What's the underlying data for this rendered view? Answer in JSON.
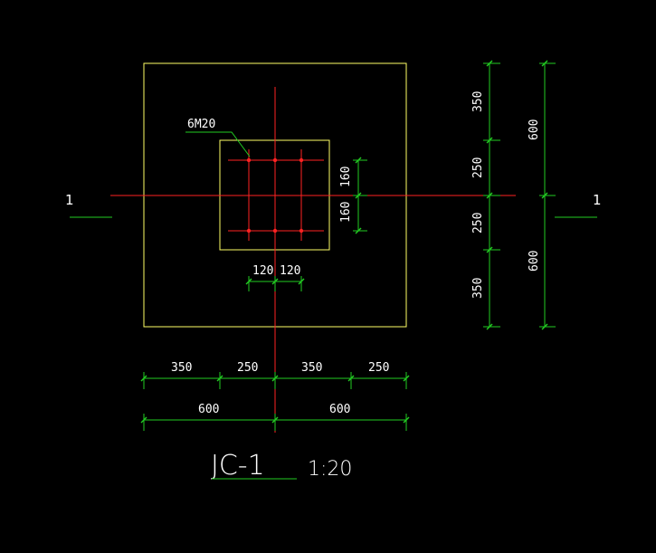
{
  "colors": {
    "background": "#000000",
    "outline": "#ffff66",
    "axis": "#ff2222",
    "dimension": "#22cc22",
    "text": "#ffffff",
    "leader": "#22cc22"
  },
  "drawing": {
    "title": "JC-1",
    "scale": "1:20",
    "section_mark": "1",
    "anchor_label": "6M20"
  },
  "dims_bottom_row1": [
    "350",
    "250",
    "350",
    "250"
  ],
  "dims_bottom_row2": [
    "600",
    "600"
  ],
  "dims_right_col1": [
    "350",
    "250",
    "250",
    "350"
  ],
  "dims_right_col2": [
    "600",
    "600"
  ],
  "dims_plate_vertical": [
    "160",
    "160"
  ],
  "dims_plate_horizontal": [
    "120",
    "120"
  ]
}
